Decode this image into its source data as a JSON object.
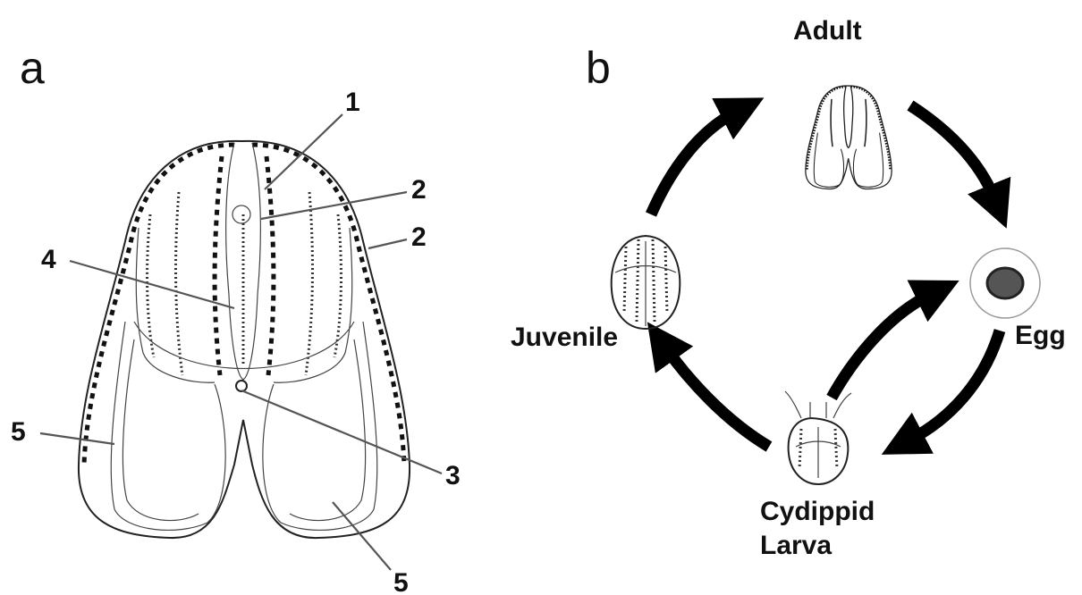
{
  "panel_a": {
    "letter": "a",
    "labels": [
      "1",
      "2",
      "2",
      "4",
      "5",
      "3",
      "5"
    ]
  },
  "panel_b": {
    "letter": "b",
    "stages": {
      "adult": "Adult",
      "egg": "Egg",
      "juvenile": "Juvenile",
      "larva_line1": "Cydippid",
      "larva_line2": "Larva"
    }
  }
}
